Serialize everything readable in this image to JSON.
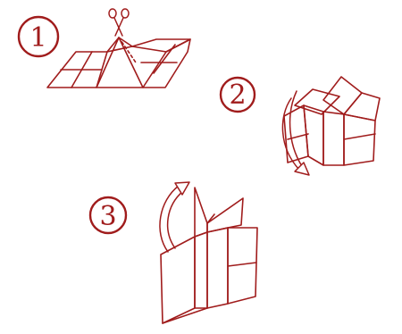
{
  "steps": [
    {
      "number": "1"
    },
    {
      "number": "2"
    },
    {
      "number": "3"
    }
  ],
  "colors": {
    "line": "#a01c1c",
    "background": "#ffffff"
  },
  "icons": {
    "step1_tool": "scissors-icon",
    "step2_action": "curved-arrow-down-icon",
    "step3_action": "curved-arrow-up-icon"
  }
}
